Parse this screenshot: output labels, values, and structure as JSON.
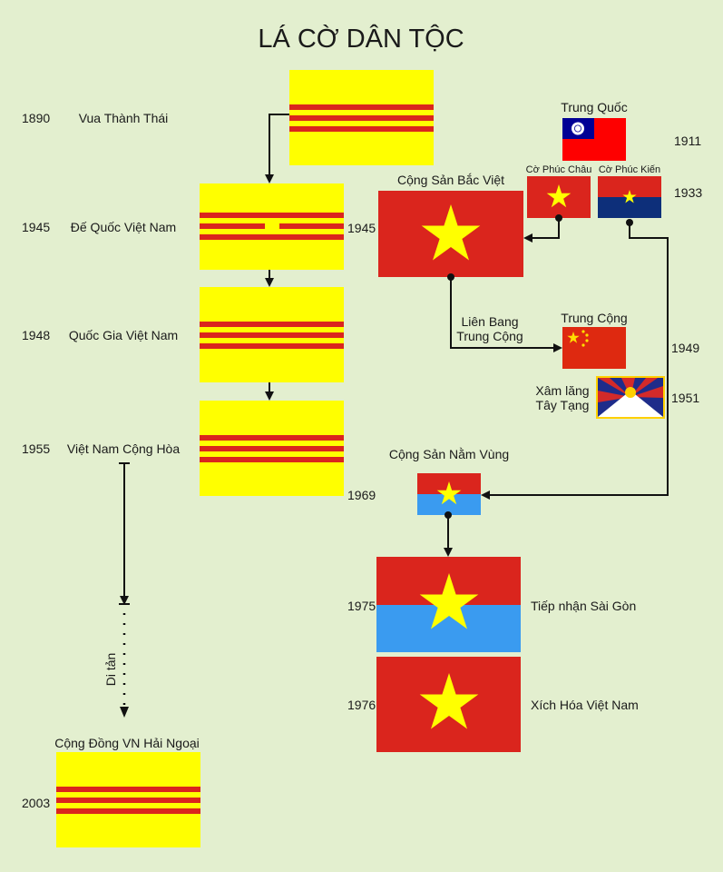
{
  "title": "LÁ CỜ DÂN TỘC",
  "left_timeline": [
    {
      "year": "1890",
      "name": "Vua Thành Thái"
    },
    {
      "year": "1945",
      "name": "Đế Quốc Việt Nam"
    },
    {
      "year": "1948",
      "name": "Quốc Gia Việt Nam"
    },
    {
      "year": "1955",
      "name": "Việt Nam Cộng Hòa"
    }
  ],
  "year_1945_right": "1945",
  "year_1969": "1969",
  "exodus_label": "Di tản",
  "overseas": {
    "name": "Cộng Đồng VN Hải Ngoại",
    "year": "2003"
  },
  "right": {
    "trung_quoc": "Trung Quốc",
    "year_1911": "1911",
    "phuc_chau": "Cờ Phúc Châu",
    "phuc_kien": "Cờ Phúc Kiến",
    "year_1933": "1933",
    "bac_viet": "Cộng Sản Bắc Việt",
    "lien_bang_1": "Liên Bang",
    "lien_bang_2": "Trung Cộng",
    "trung_cong": "Trung Cộng",
    "year_1949": "1949",
    "tibet_1": "Xâm lăng",
    "tibet_2": "Tây Tạng",
    "year_1951": "1951",
    "nam_vung": "Cộng Sản Nằm Vùng",
    "year_1975": "1975",
    "label_1975": "Tiếp nhận Sài Gòn",
    "year_1976": "1976",
    "label_1976": "Xích Hóa Việt Nam"
  },
  "colors": {
    "yellow": "#ffff00",
    "red": "#da251d",
    "blue": "#3a9bf0",
    "navy": "#0d2f7a",
    "bg": "#e3efcf"
  }
}
